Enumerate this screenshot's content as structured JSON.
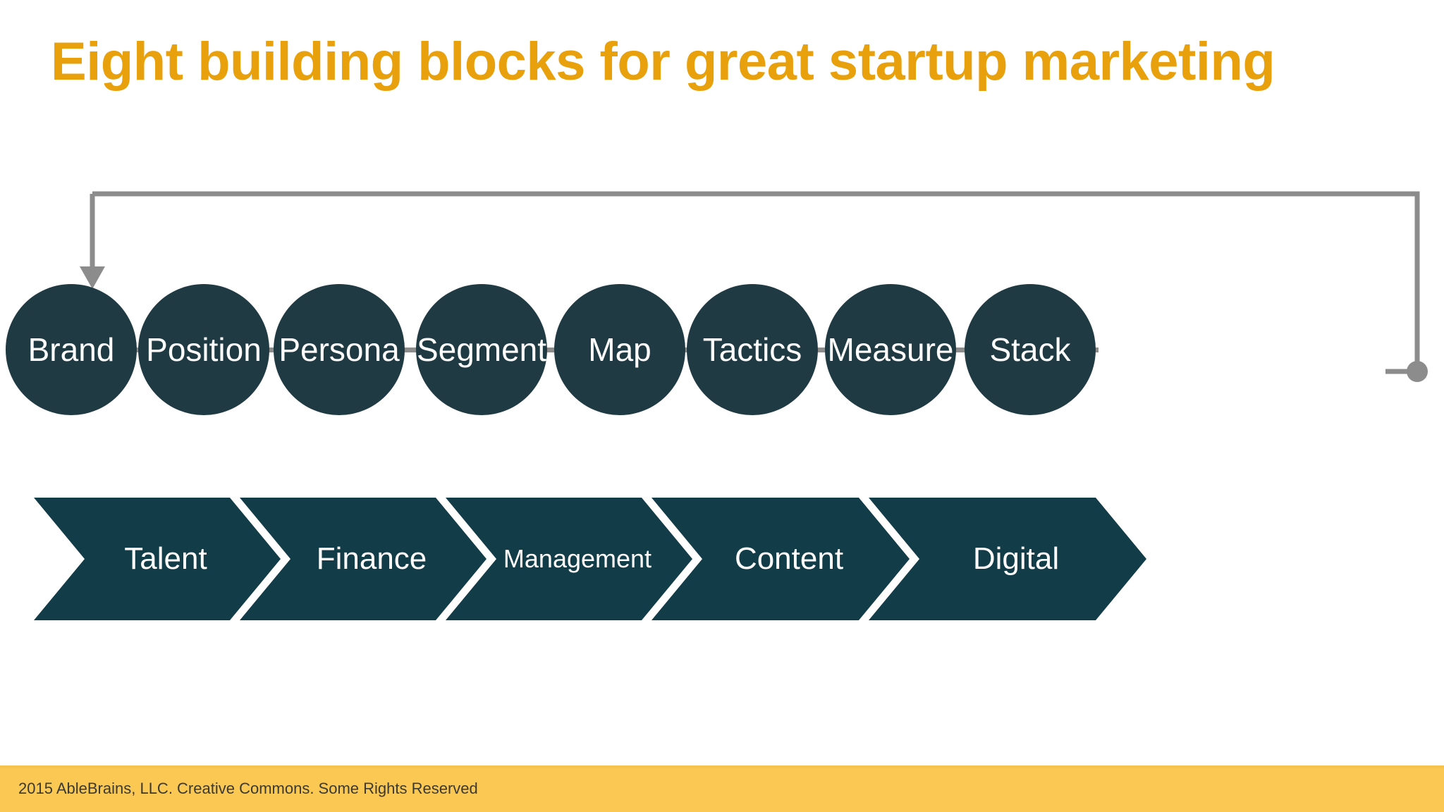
{
  "slide": {
    "title": "Eight building blocks for great startup marketing",
    "title_color": "#e8a00c",
    "background_color": "#ffffff"
  },
  "blocks": {
    "node_color": "#1f3a43",
    "connector_color": "#8c8c8c",
    "items": [
      {
        "label": "Brand"
      },
      {
        "label": "Position"
      },
      {
        "label": "Persona"
      },
      {
        "label": "Segment"
      },
      {
        "label": "Map"
      },
      {
        "label": "Tactics"
      },
      {
        "label": "Measure"
      },
      {
        "label": "Stack"
      }
    ]
  },
  "functions": {
    "chevron_color": "#123c48",
    "items": [
      {
        "label": "Talent"
      },
      {
        "label": "Finance"
      },
      {
        "label": "Management"
      },
      {
        "label": "Content"
      },
      {
        "label": "Digital"
      }
    ]
  },
  "footer": {
    "text": "2015 AbleBrains, LLC. Creative Commons. Some Rights Reserved",
    "background_color": "#fcc854",
    "text_color": "#3a3a35"
  }
}
